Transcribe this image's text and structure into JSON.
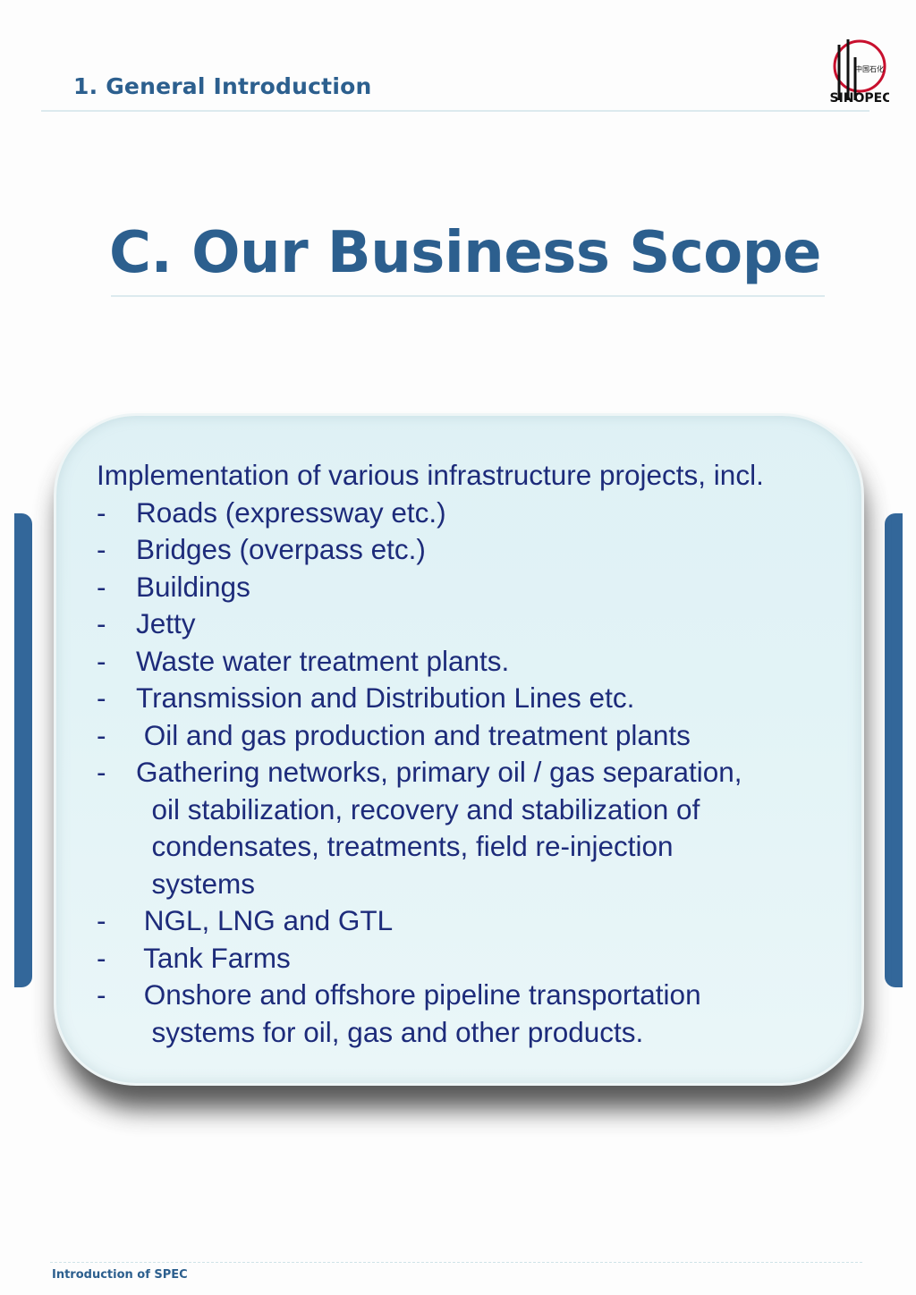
{
  "header": {
    "section_title": "1.  General Introduction",
    "logo_text": "SINOPEC"
  },
  "page_title": "C. Our Business Scope",
  "scope": {
    "intro": "Implementation of various infrastructure projects, incl.",
    "lines": [
      {
        "dash": "-",
        "text": "Roads (expressway etc.)"
      },
      {
        "dash": "-",
        "text": "Bridges (overpass etc.)"
      },
      {
        "dash": "-",
        "text": "Buildings"
      },
      {
        "dash": "-",
        "text": "Jetty"
      },
      {
        "dash": "-",
        "text": "Waste water treatment plants."
      },
      {
        "dash": "-",
        "text": "Transmission and Distribution Lines etc."
      },
      {
        "dash": "-",
        "text": " Oil and gas production and treatment plants"
      },
      {
        "dash": "-",
        "text": "Gathering networks, primary oil / gas separation,"
      },
      {
        "dash": "",
        "text": "  oil stabilization, recovery and stabilization of"
      },
      {
        "dash": "",
        "text": "  condensates, treatments, field re-injection"
      },
      {
        "dash": "",
        "text": "  systems"
      },
      {
        "dash": "-",
        "text": " NGL, LNG and GTL"
      },
      {
        "dash": "-",
        "text": " Tank Farms"
      },
      {
        "dash": "-",
        "text": " Onshore and offshore pipeline transportation"
      },
      {
        "dash": "",
        "text": "  systems for oil, gas and other products."
      }
    ]
  },
  "footer": {
    "text": "Introduction of SPEC"
  },
  "colors": {
    "heading_blue": "#2c5f8e",
    "body_text_navy": "#1d2b7a",
    "side_bar_blue": "#33679a",
    "card_fill": "#e2f3f6",
    "logo_red": "#c8102e"
  }
}
